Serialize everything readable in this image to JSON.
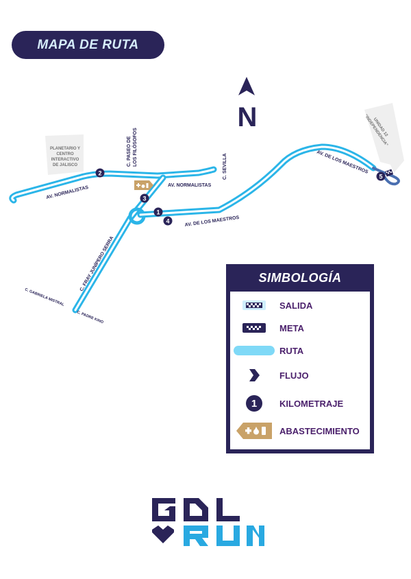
{
  "header": {
    "title": "MAPA DE RUTA"
  },
  "compass": {
    "letter": "N"
  },
  "colors": {
    "navy": "#2a2458",
    "route": "#2bb5e8",
    "route_legend": "#7fd9f7",
    "supply": "#c9a268",
    "legend_text": "#4a1f6b",
    "logo_blue": "#29a9e1"
  },
  "landmarks": {
    "planetario": [
      "PLANETARIO Y",
      "CENTRO",
      "INTERACTIVO",
      "DE JALISCO"
    ],
    "unidad": [
      "UNIDAD 12",
      "\"INDEPENDENCIA\""
    ]
  },
  "streets": {
    "normalistas_west": "AV. NORMALISTAS",
    "normalistas_east": "AV. NORMALISTAS",
    "paseo_1": "C. PASEO DE",
    "paseo_2": "LOS FILÓSOFOS",
    "sevilla": "C. SEVILLA",
    "maestros_south": "AV. DE LOS MAESTROS",
    "maestros_north": "AV. DE LOS MAESTROS",
    "fray": "C. FRAY JUNÍPERO SERRA",
    "gabriela": "C. GABRIELA MISTRAL",
    "padre": "C. PADRE KINO"
  },
  "km_markers": [
    {
      "label": "1"
    },
    {
      "label": "2"
    },
    {
      "label": "3"
    },
    {
      "label": "4"
    },
    {
      "label": "5"
    }
  ],
  "legend": {
    "title": "SIMBOLOGÍA",
    "items": [
      {
        "icon": "start-flag-icon",
        "label": "SALIDA"
      },
      {
        "icon": "finish-flag-icon",
        "label": "META"
      },
      {
        "icon": "route-icon",
        "label": "RUTA"
      },
      {
        "icon": "flow-chevron-icon",
        "label": "FLUJO"
      },
      {
        "icon": "km-marker-icon",
        "label": "KILOMETRAJE",
        "number": "1"
      },
      {
        "icon": "supply-station-icon",
        "label": "ABASTECIMIENTO"
      }
    ]
  },
  "logo": {
    "line1": "GDL",
    "line2": "RUN"
  }
}
